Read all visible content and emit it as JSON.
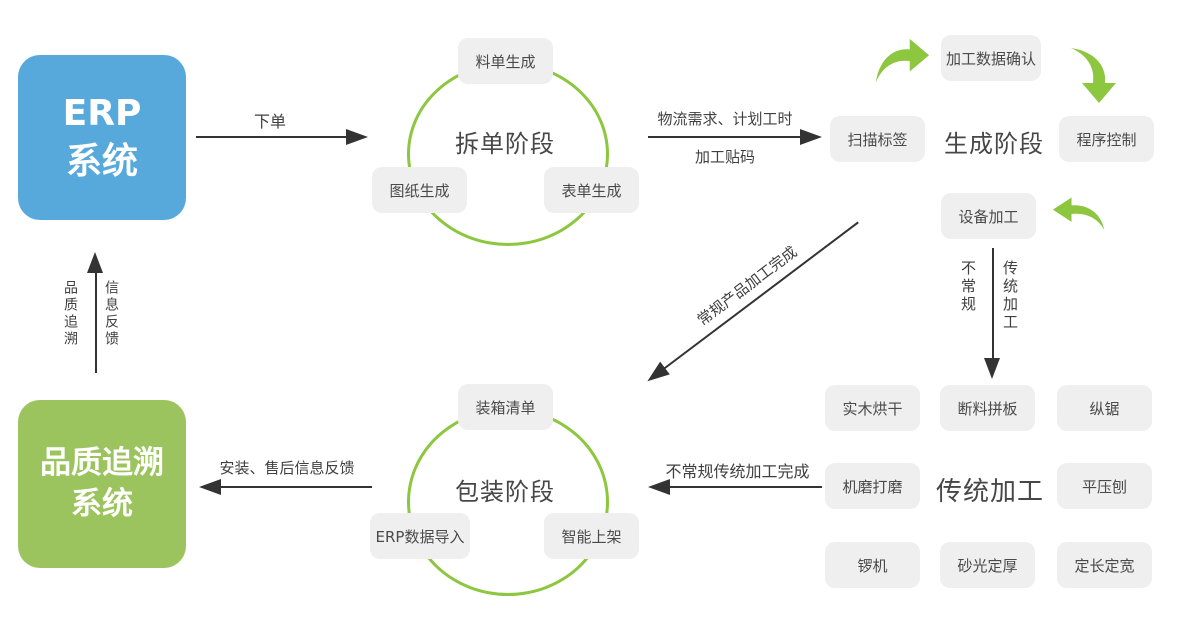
{
  "colors": {
    "erp_box": "#57a9dc",
    "quality_box": "#9cc45e",
    "green_accent": "#8dc63f",
    "node_bg": "#efefef",
    "arrow": "#333333",
    "text": "#4a4a4a"
  },
  "erp_box": {
    "line1": "ERP",
    "line2": "系统"
  },
  "quality_box": {
    "line1": "品质追溯",
    "line2": "系统"
  },
  "arrows": {
    "order": "下单",
    "logistics_line1": "物流需求、计划工时",
    "logistics_line2": "加工贴码",
    "regular_done": "常规产品加工完成",
    "unusual_done": "不常规传统加工完成",
    "install_feedback": "安装、售后信息反馈",
    "quality_trace": "品质追溯",
    "info_feedback": "信息反馈",
    "branch_left": "不常规",
    "branch_right": "传统加工"
  },
  "split_stage": {
    "title": "拆单阶段",
    "top": "料单生成",
    "bottom_left": "图纸生成",
    "bottom_right": "表单生成"
  },
  "generate_stage": {
    "title": "生成阶段",
    "left": "扫描标签",
    "top": "加工数据确认",
    "right": "程序控制",
    "bottom": "设备加工"
  },
  "package_stage": {
    "title": "包装阶段",
    "top": "装箱清单",
    "bottom_left": "ERP数据导入",
    "bottom_right": "智能上架"
  },
  "traditional_stage": {
    "title": "传统加工",
    "items": [
      "实木烘干",
      "断料拼板",
      "纵锯",
      "机磨打磨",
      "平压刨",
      "锣机",
      "砂光定厚",
      "定长定宽"
    ]
  }
}
